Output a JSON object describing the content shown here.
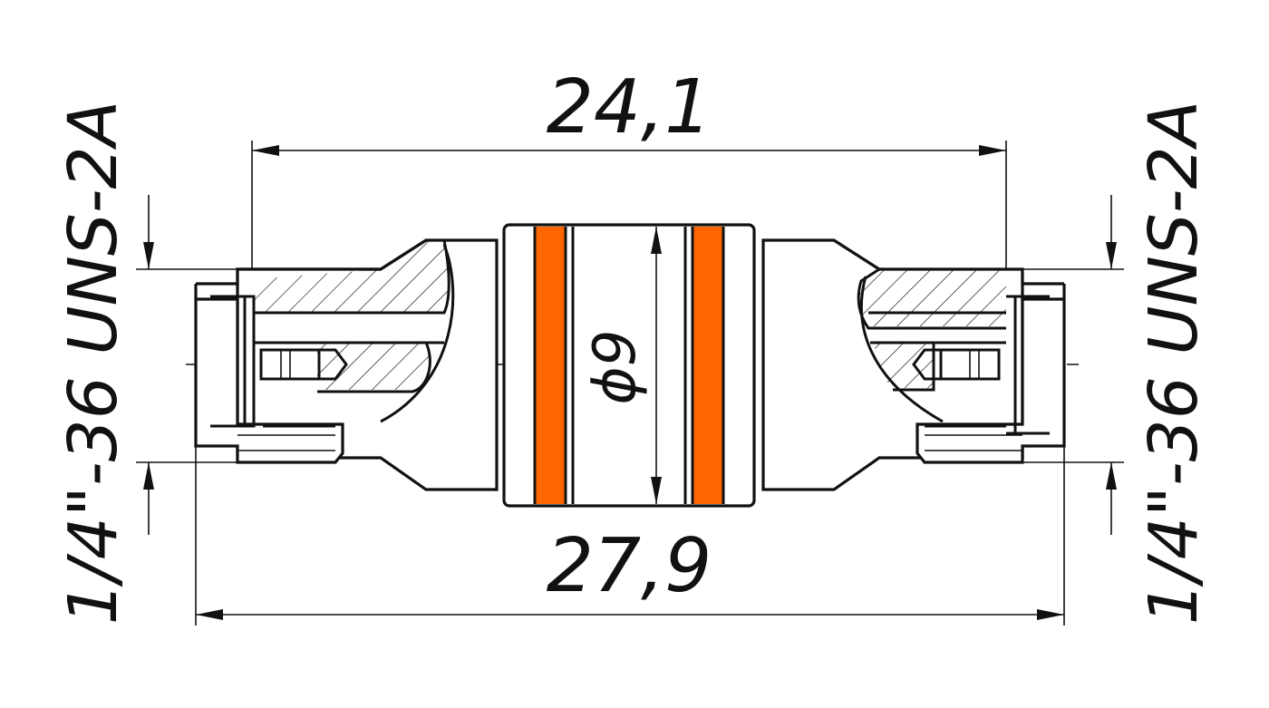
{
  "drawing": {
    "dimension_overall_inner": "24,1",
    "dimension_overall_total": "27,9",
    "dimension_diameter": "ϕ9",
    "thread_left": "1/4\"-36 UNS-2A",
    "thread_right": "1/4\"-36 UNS-2A"
  },
  "colors": {
    "line": "#111111",
    "accent_band": "#ff6600",
    "background": "#ffffff"
  }
}
